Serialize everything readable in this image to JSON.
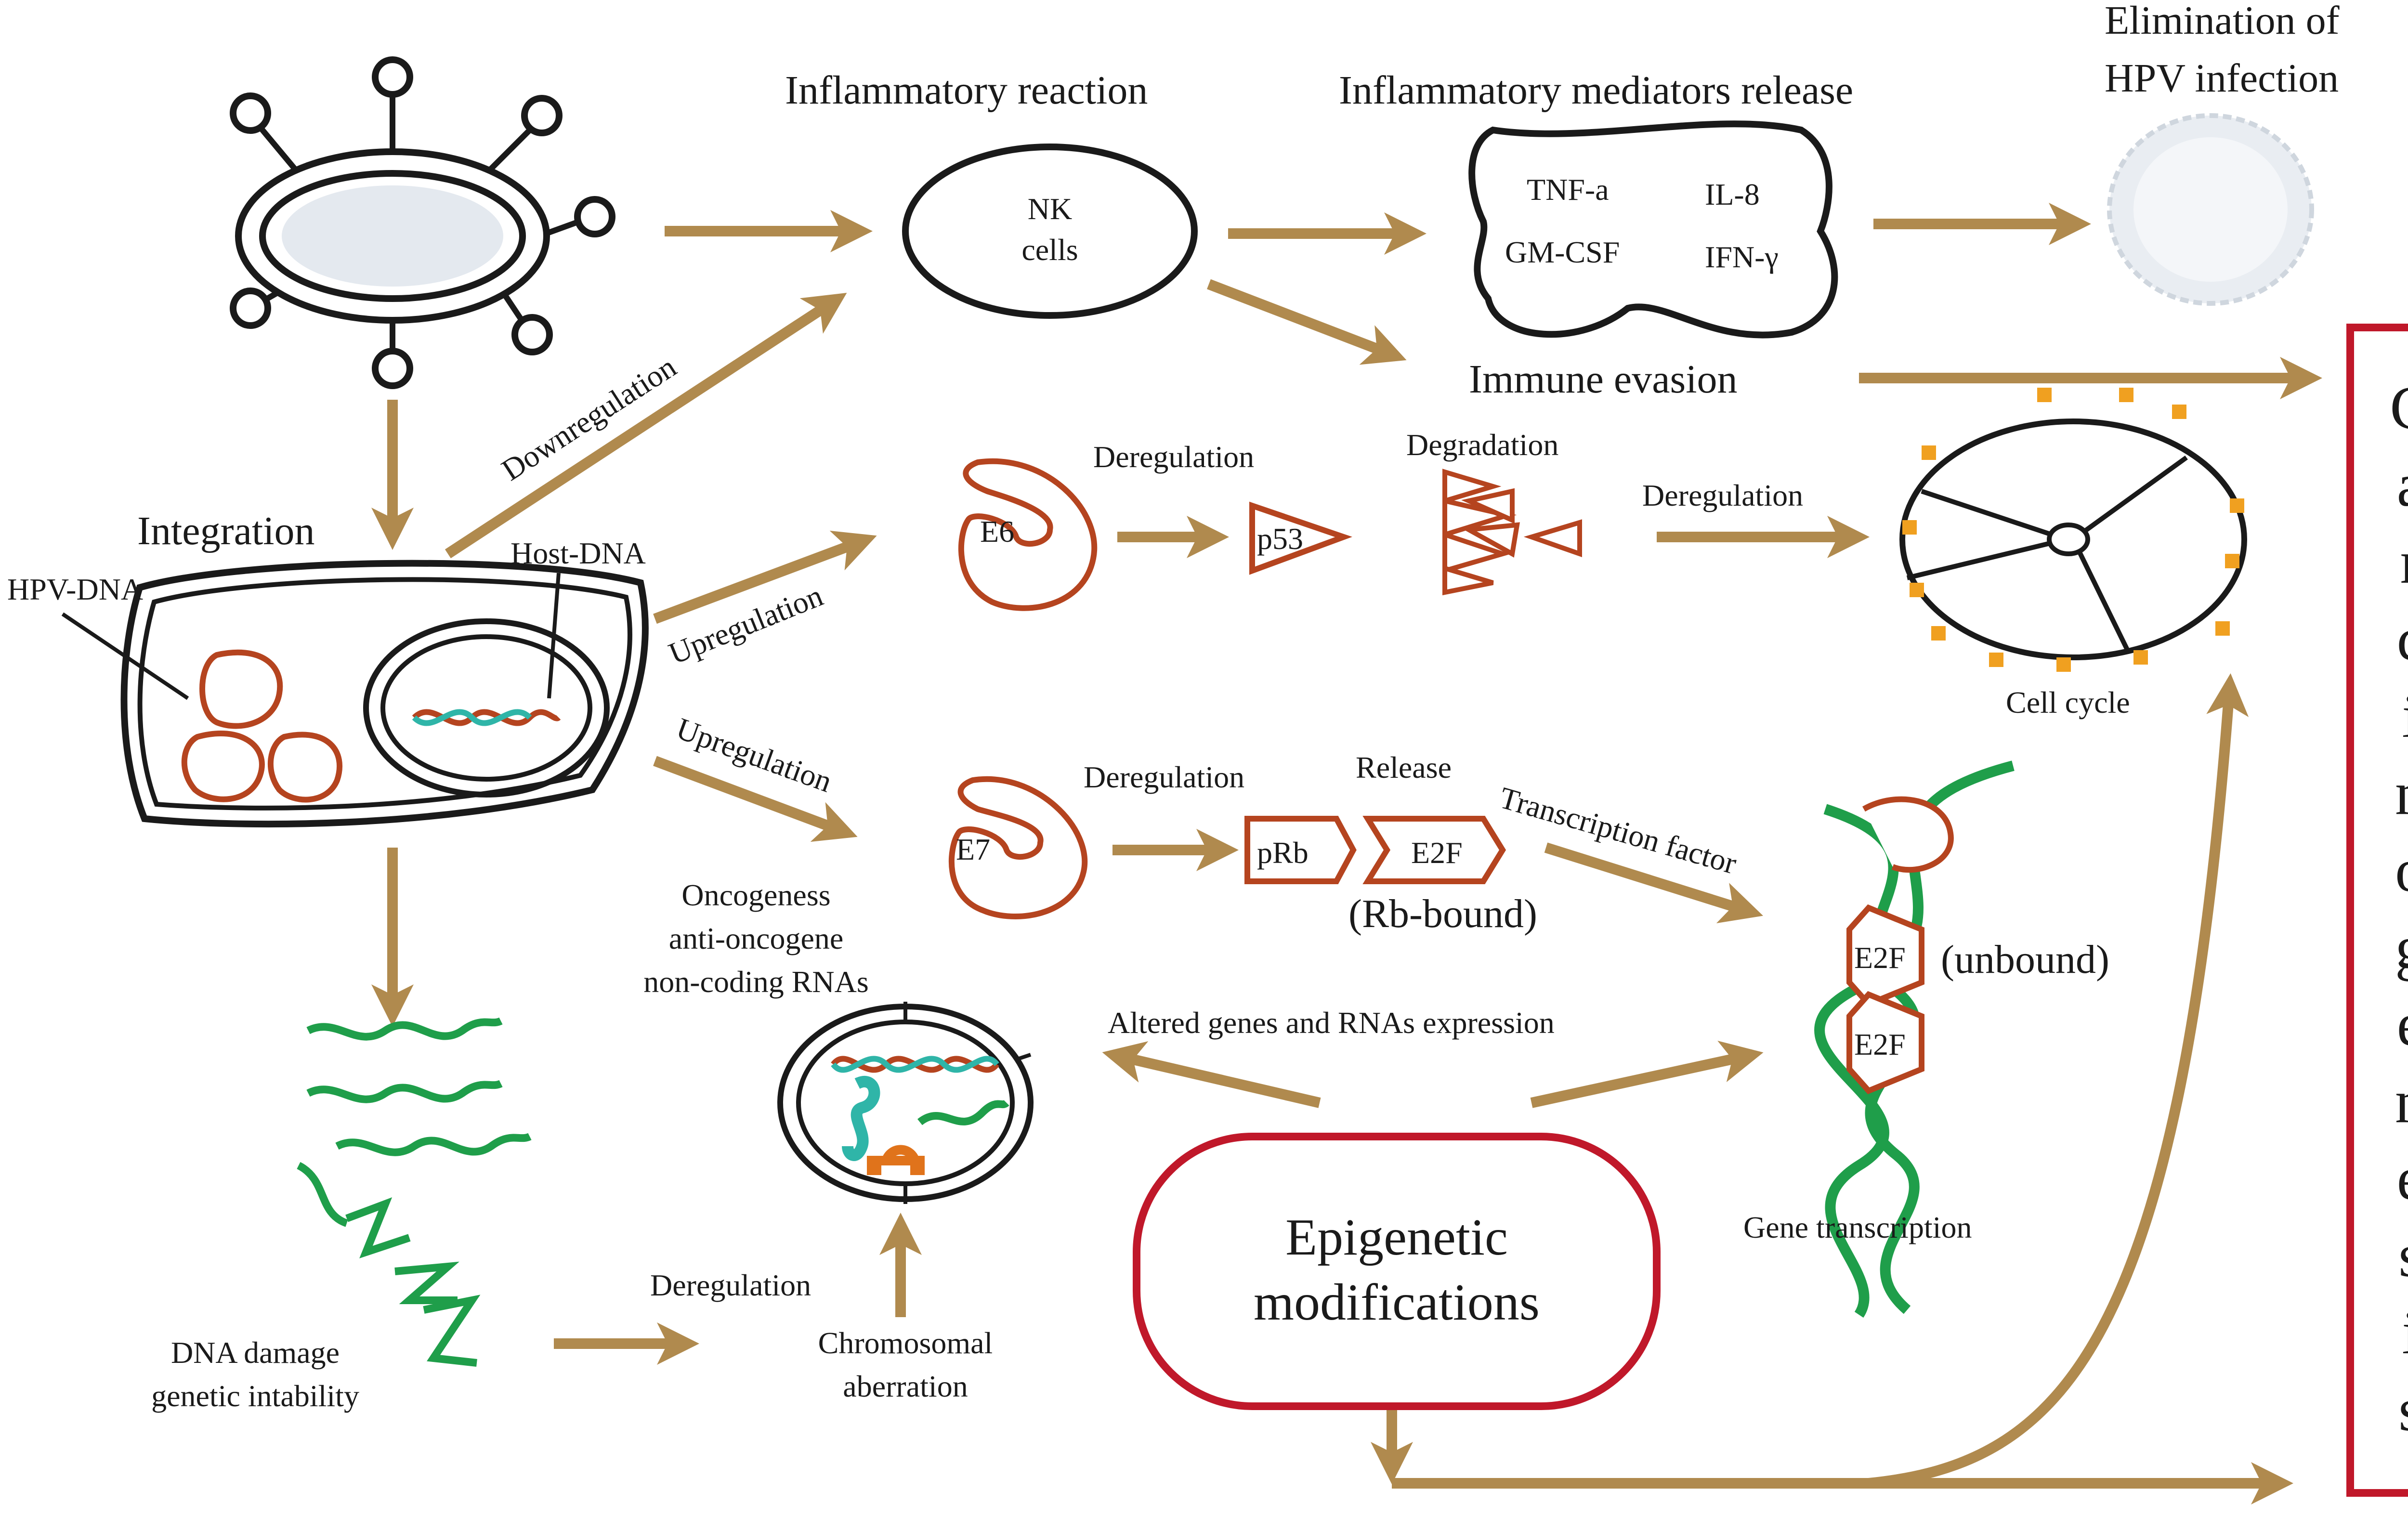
{
  "labels": {
    "inflammatory_reaction": "Inflammatory reaction",
    "inflammatory_mediators_release": "Inflammatory mediators release",
    "elimination_line1": "Elimination of",
    "elimination_line2": "HPV infection",
    "nk_line1": "NK",
    "nk_line2": "cells",
    "tnf": "TNF-a",
    "il8": "IL-8",
    "gmcsf": "GM-CSF",
    "ifn": "IFN-γ",
    "immune_evasion": "Immune evasion",
    "downregulation": "Downregulation",
    "integration": "Integration",
    "hpv_dna": "HPV-DNA",
    "host_dna": "Host-DNA",
    "upregulation_e6": "Upregulation",
    "upregulation_e7": "Upregulation",
    "e6": "E6",
    "p53": "p53",
    "deregulation_e6": "Deregulation",
    "degradation": "Degradation",
    "deregulation_cycle": "Deregulation",
    "cell_cycle": "Cell cycle",
    "e7": "E7",
    "deregulation_e7": "Deregulation",
    "prb": "pRb",
    "e2f_bound": "E2F",
    "release": "Release",
    "transcription_factor": "Transcription factor",
    "rb_bound": "(Rb-bound)",
    "e2f_1": "E2F",
    "e2f_2": "E2F",
    "unbound": "(unbound)",
    "oncogenes_line1": "Oncogeness",
    "oncogenes_line2": "anti-oncogene",
    "oncogenes_line3": "non-coding RNAs",
    "altered_expression": "Altered genes and RNAs expression",
    "gene_transcription": "Gene transcription",
    "epigenetic_line1": "Epigenetic",
    "epigenetic_line2": "modifications",
    "dna_damage_line1": "DNA damage",
    "dna_damage_line2": "genetic intability",
    "deregulation_chrom": "Deregulation",
    "chrom_line1": "Chromosomal",
    "chrom_line2": "aberration",
    "carcinogenesis": [
      "C",
      "a",
      "r",
      "c",
      "i",
      "n",
      "o",
      "g",
      "e",
      "n",
      "e",
      "s",
      "i",
      "s"
    ]
  },
  "colors": {
    "arrow": "#b08a4e",
    "protein": "#b5441f",
    "dna_green": "#1f9e4a",
    "dna_teal": "#2fb5a8",
    "frame_red": "#c0182a",
    "tick_orange": "#f0a020"
  }
}
